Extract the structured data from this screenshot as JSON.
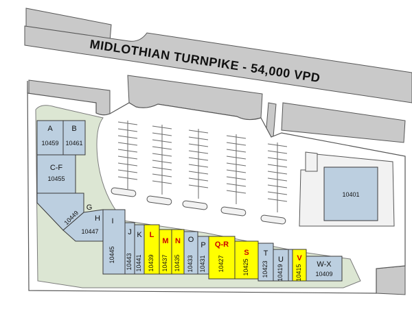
{
  "road": {
    "label": "MIDLOTHIAN TURNPIKE - 54,000 VPD"
  },
  "colors": {
    "leased": "#bccfe0",
    "available": "#ffff00",
    "available_text": "#cc0000",
    "road": "#c9c9c9",
    "landscape": "#dce6d3"
  },
  "units": {
    "A": {
      "letter": "A",
      "number": "10459",
      "available": false
    },
    "B": {
      "letter": "B",
      "number": "10461",
      "available": false
    },
    "CF": {
      "letter": "C-F",
      "number": "10455",
      "available": false
    },
    "G": {
      "letter": "G",
      "number": "10449",
      "available": false
    },
    "H": {
      "letter": "H",
      "number": "10447",
      "available": false
    },
    "I": {
      "letter": "I",
      "number": "10445",
      "available": false
    },
    "J": {
      "letter": "J",
      "number": "10443",
      "available": false
    },
    "K": {
      "letter": "K",
      "number": "10441",
      "available": false
    },
    "L": {
      "letter": "L",
      "number": "10439",
      "available": true
    },
    "M": {
      "letter": "M",
      "number": "10437",
      "available": true
    },
    "N": {
      "letter": "N",
      "number": "10435",
      "available": true
    },
    "O": {
      "letter": "O",
      "number": "10433",
      "available": false
    },
    "P": {
      "letter": "P",
      "number": "10431",
      "available": false
    },
    "QR": {
      "letter": "Q-R",
      "number": "10427",
      "available": true
    },
    "S": {
      "letter": "S",
      "number": "10425",
      "available": true
    },
    "T": {
      "letter": "T",
      "number": "10423",
      "available": false
    },
    "U": {
      "letter": "U",
      "number": "10419",
      "available": false
    },
    "V": {
      "letter": "V",
      "number": "10415",
      "available": true
    },
    "WX": {
      "letter": "W-X",
      "number": "10409",
      "available": false
    },
    "OUT": {
      "letter": "",
      "number": "10401",
      "available": false
    }
  }
}
